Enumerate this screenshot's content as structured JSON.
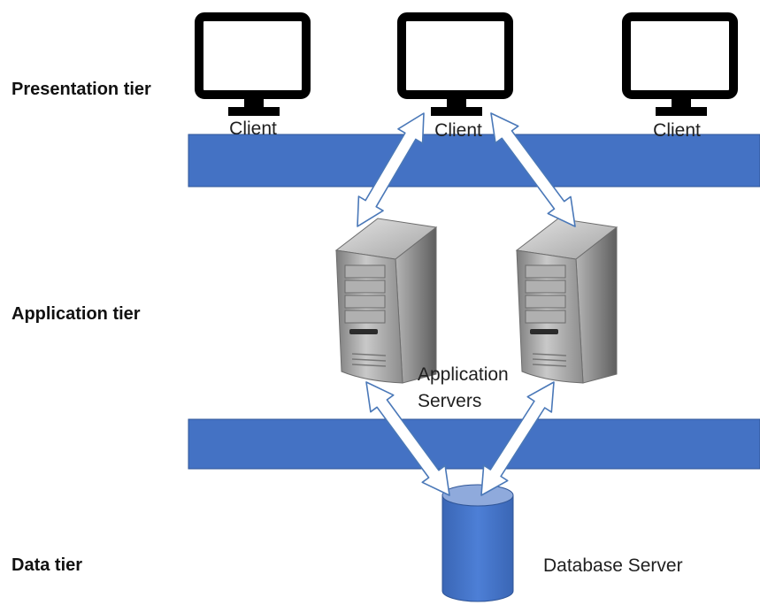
{
  "tiers": {
    "presentation": "Presentation tier",
    "application": "Application tier",
    "data": "Data tier"
  },
  "clients": [
    {
      "label": "Client"
    },
    {
      "label": "Client"
    },
    {
      "label": "Client"
    }
  ],
  "app_servers": {
    "label_line1": "Application",
    "label_line2": "Servers"
  },
  "database": {
    "label": "Database Server"
  },
  "colors": {
    "network_bar": "#4472c4",
    "bar_edge": "#2f5597",
    "arrow_fill": "#ffffff",
    "arrow_stroke": "#4a78b8",
    "monitor": "#000000",
    "server_body": "#9a9a9a",
    "db_body": "#4472c4",
    "db_top": "#8faadc"
  },
  "icons": {
    "client": "monitor-icon",
    "server": "server-tower-icon",
    "database": "database-cylinder-icon",
    "link": "double-arrow-icon"
  }
}
